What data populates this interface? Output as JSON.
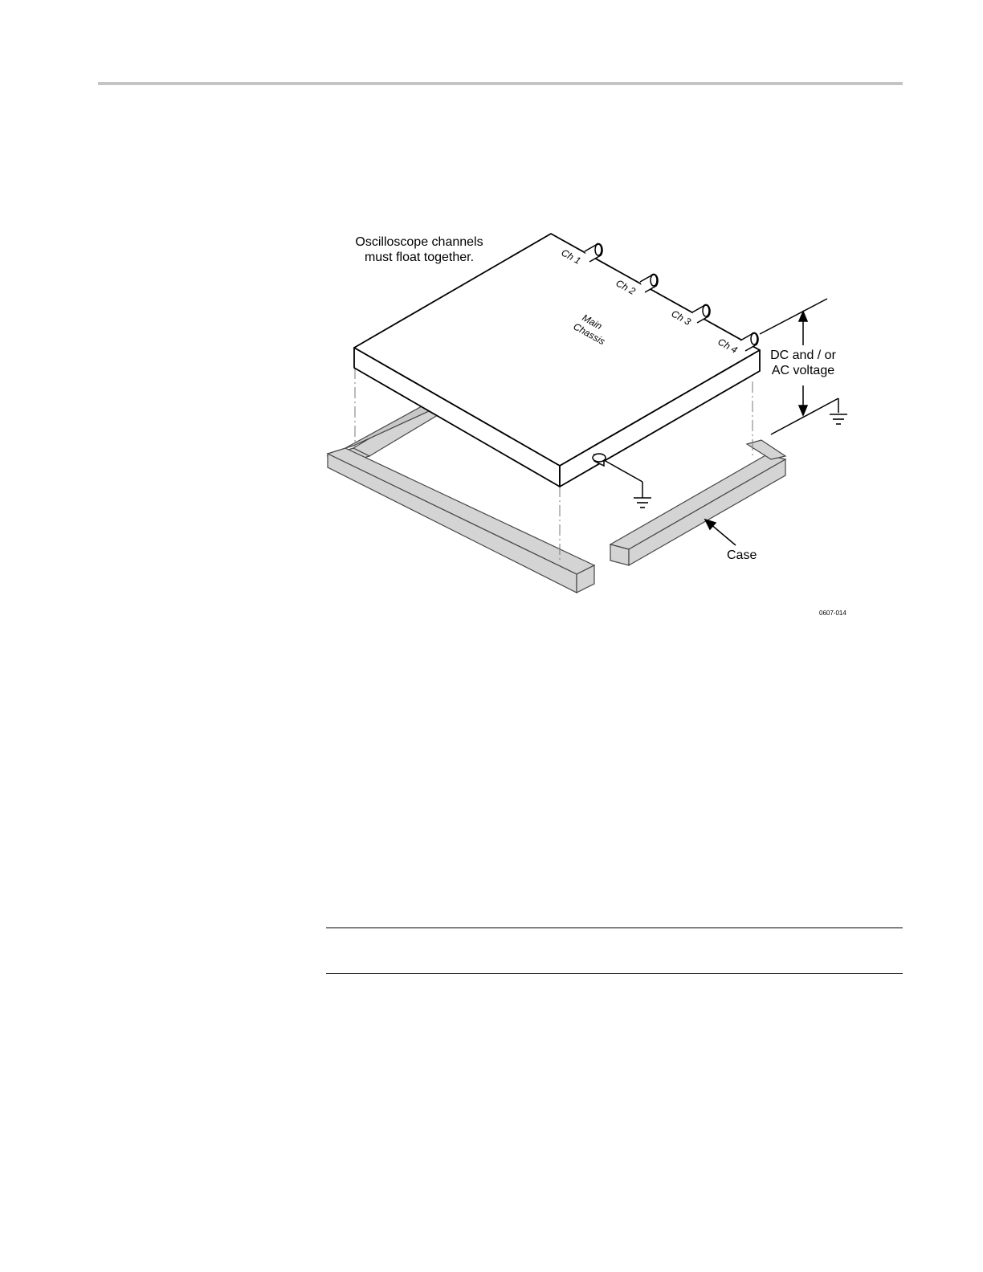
{
  "figure": {
    "caption_top": [
      "Oscilloscope channels",
      "must float together."
    ],
    "channels": [
      "Ch 1",
      "Ch 2",
      "Ch 3",
      "Ch 4"
    ],
    "chassis_label": [
      "Main",
      "Chassis"
    ],
    "voltage_label": [
      "DC and / or",
      "AC voltage"
    ],
    "case_label": "Case",
    "figure_id": "0607-014"
  },
  "colors": {
    "case_fill": "#d4d4d4",
    "rule": "#c4c4c4"
  }
}
